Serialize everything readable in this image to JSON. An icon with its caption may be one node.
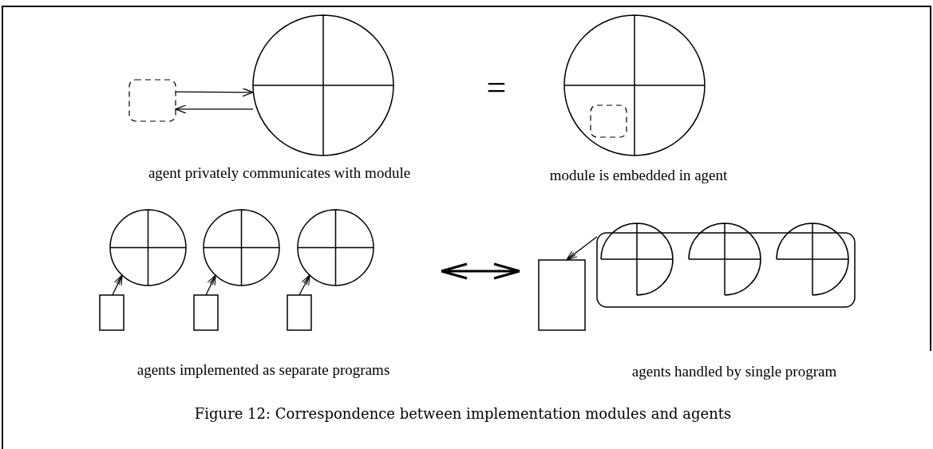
{
  "diagram": {
    "caption": "Figure 12: Correspondence between implementation modules and agents",
    "nodes": [
      {
        "text": [],
        "shape": "box"
      },
      {
        "text": [],
        "shape": "circle"
      },
      {
        "text": [],
        "shape": "circle"
      },
      {
        "text": [],
        "shape": "box",
        "in": 2
      },
      {
        "text": [],
        "shape": "circle"
      },
      {
        "text": [],
        "shape": "circle"
      },
      {
        "text": [],
        "shape": "circle"
      },
      {
        "text": [],
        "shape": "box"
      },
      {
        "text": [],
        "shape": "box"
      },
      {
        "text": [],
        "shape": "box"
      },
      {
        "text": [],
        "shape": "box"
      },
      {
        "text": [],
        "shape": "box"
      },
      {
        "text": [],
        "shape": "circle",
        "in": 11
      },
      {
        "text": [],
        "shape": "circle",
        "in": 11
      },
      {
        "text": [],
        "shape": "circle",
        "in": 11
      }
    ],
    "edges": [
      {
        "from": 0,
        "to": 1,
        "arrow": "to"
      },
      {
        "from": 1,
        "to": 0,
        "arrow": "to"
      },
      {
        "from": 7,
        "to": 4,
        "arrow": "to"
      },
      {
        "from": 8,
        "to": 5,
        "arrow": "to"
      },
      {
        "from": 9,
        "to": 6,
        "arrow": "to"
      },
      {
        "from": 11,
        "to": 10,
        "arrow": "to"
      }
    ],
    "labels": [
      "=",
      "agent privately communicates with module",
      "module is embedded in agent",
      "agents implemented as separate programs",
      "agents handled by single program"
    ]
  }
}
